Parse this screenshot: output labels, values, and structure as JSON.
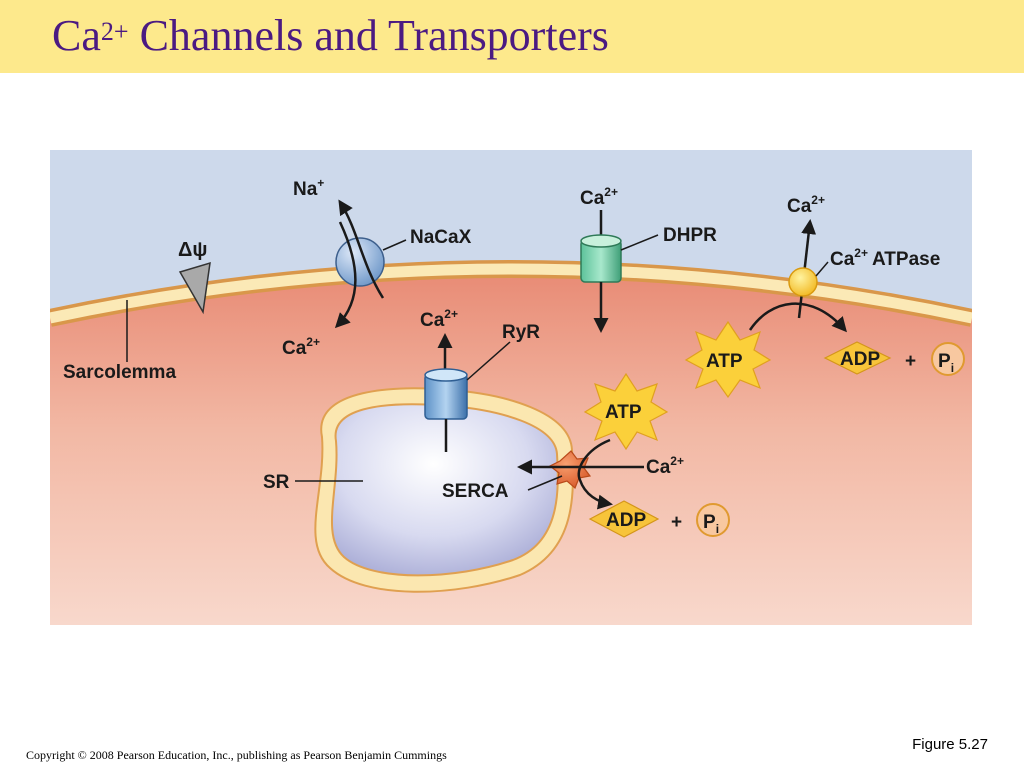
{
  "slide": {
    "title_main": "Ca",
    "title_sup": "2+",
    "title_rest": " Channels and Transporters",
    "figure_label": "Figure 5.27",
    "copyright": "Copyright © 2008 Pearson Education, Inc., publishing as Pearson Benjamin Cummings"
  },
  "diagram": {
    "delta_psi": "Δψ",
    "sarcolemma": "Sarcolemma",
    "sr": "SR",
    "nacax": "NaCaX",
    "na": "Na",
    "na_sup": "+",
    "ca": "Ca",
    "ca_sup": "2+",
    "dhpr": "DHPR",
    "ryr": "RyR",
    "serca": "SERCA",
    "ca_atpase": "ATPase",
    "atp": "ATP",
    "adp": "ADP",
    "plus": "+",
    "p": "P",
    "p_sub": "i"
  },
  "colors": {
    "title_bar": "#fde98c",
    "title_text": "#4b1a82",
    "extracellular": "#ccd8ea",
    "cytoplasm_top": "#e8907a",
    "cytoplasm_bottom": "#f8d6c8",
    "membrane": "#fbe7b0",
    "membrane_edge": "#e0a050",
    "sr_lumen": "#c8cbe8",
    "starburst": "#fbd03a",
    "diamond": "#f7c43a"
  }
}
